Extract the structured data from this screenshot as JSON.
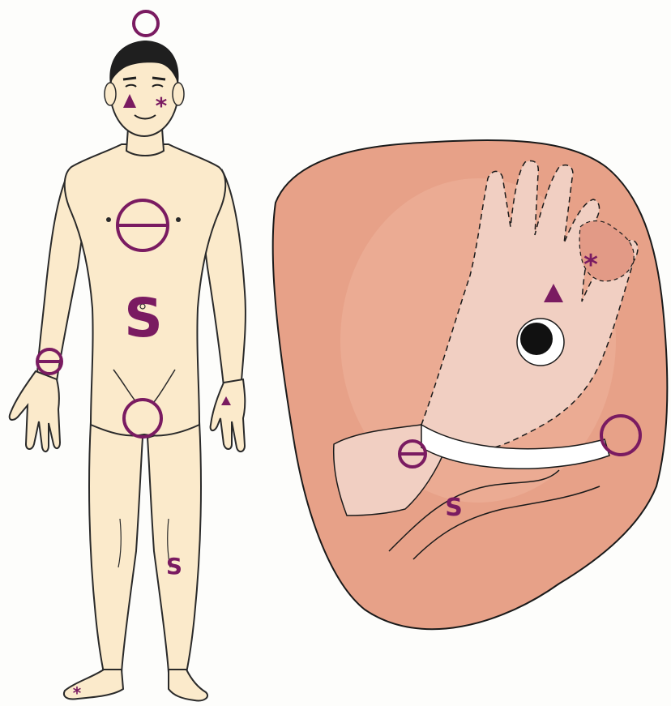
{
  "colors": {
    "background": "#fdfdfb",
    "skin": "#fbeacb",
    "skin_outline": "#2a2a2a",
    "hair": "#1f1f1f",
    "marker": "#7a1b61",
    "ear_background": "#e7a188",
    "ear_outline": "#1a1a1a",
    "hand_fill": "#f1cfc2",
    "white": "#ffffff"
  },
  "body_markers": {
    "head": "circle",
    "nose": "triangle",
    "cheek": "asterisk",
    "chest": "circle-bar",
    "abdomen_label": "S",
    "wrist": "circle-bar",
    "palm": "triangle",
    "groin": "circle",
    "knee_label": "S",
    "foot": "asterisk"
  },
  "ear_markers": {
    "finger_tip": "asterisk",
    "palm_center": "triangle",
    "center_hole": "black-dot",
    "wrist": "circle-bar",
    "band_end": "circle",
    "lower_label": "S"
  }
}
